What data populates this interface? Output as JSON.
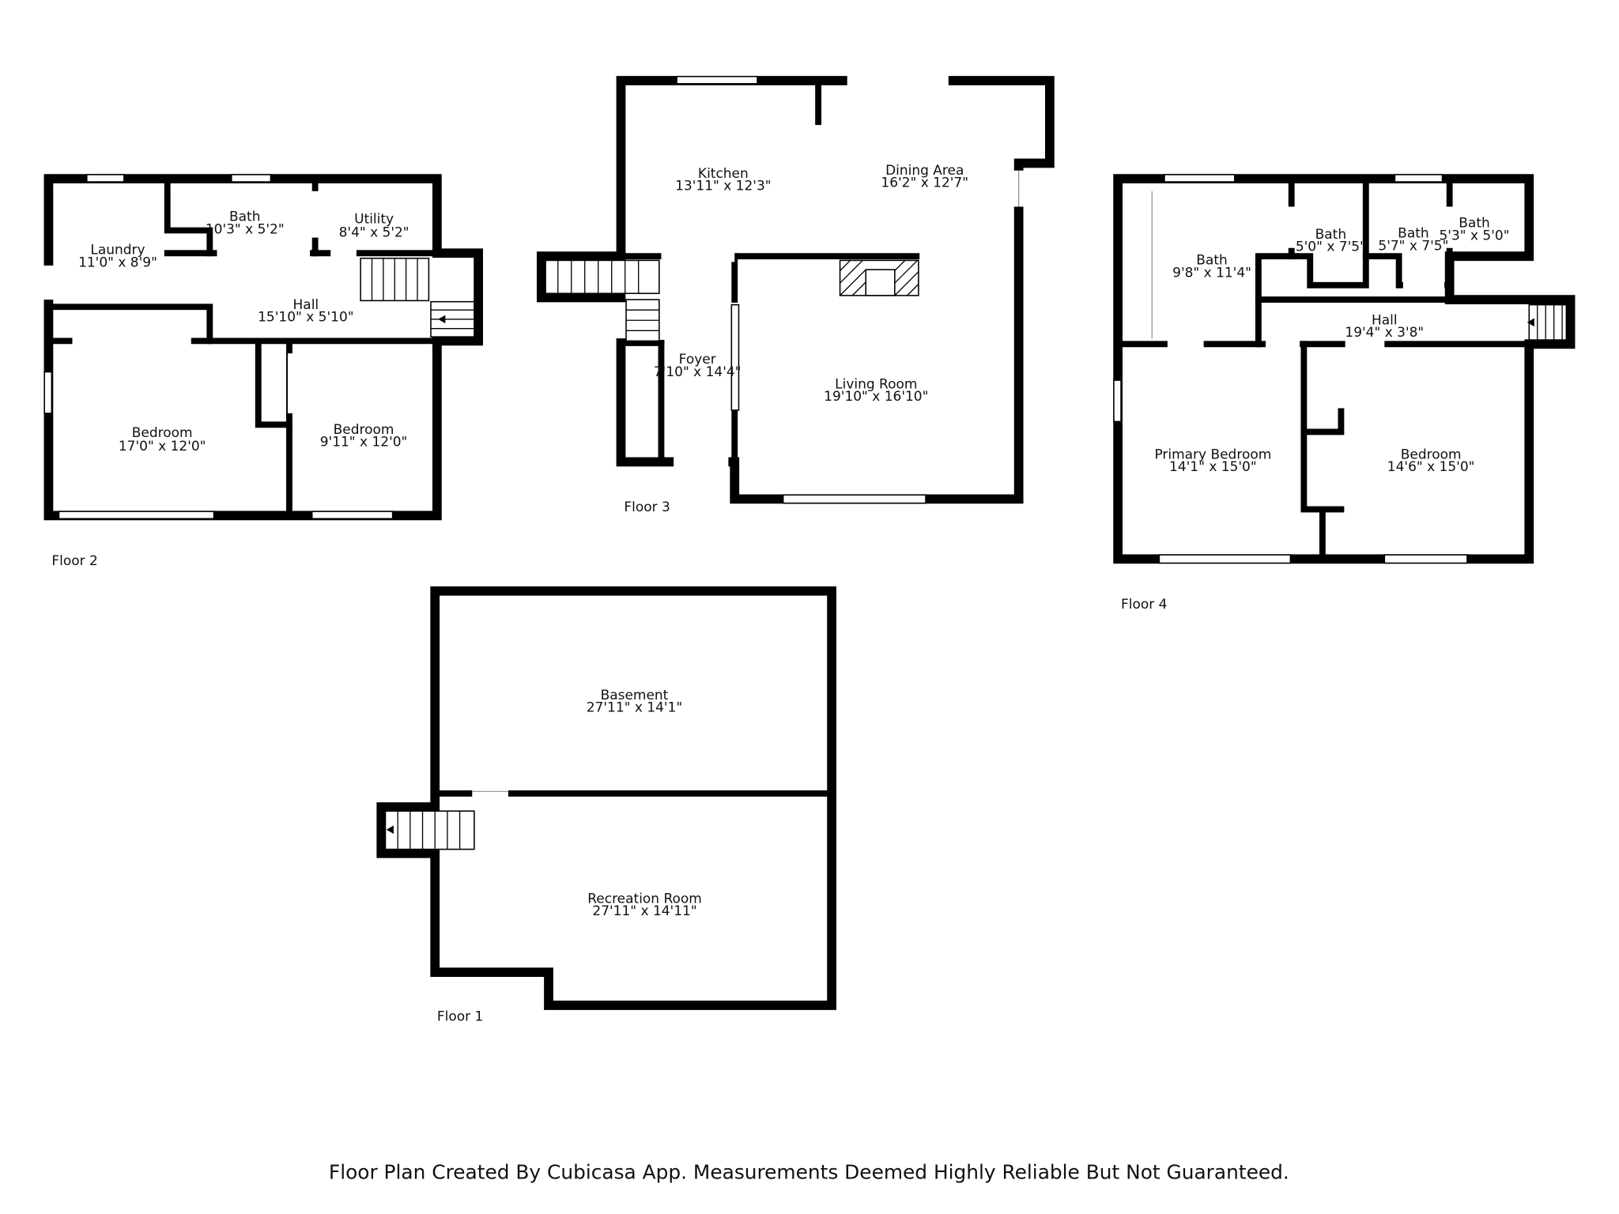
{
  "floors": {
    "floor2": {
      "label": "Floor 2",
      "rooms": [
        {
          "name": "Laundry",
          "dims": "11'0\" x 8'9\""
        },
        {
          "name": "Bath",
          "dims": "10'3\" x 5'2\""
        },
        {
          "name": "Utility",
          "dims": "8'4\" x 5'2\""
        },
        {
          "name": "Hall",
          "dims": "15'10\" x 5'10\""
        },
        {
          "name": "Bedroom",
          "dims": "17'0\" x 12'0\""
        },
        {
          "name": "Bedroom",
          "dims": "9'11\" x 12'0\""
        }
      ]
    },
    "floor3": {
      "label": "Floor 3",
      "rooms": [
        {
          "name": "Kitchen",
          "dims": "13'11\" x 12'3\""
        },
        {
          "name": "Dining Area",
          "dims": "16'2\" x 12'7\""
        },
        {
          "name": "Foyer",
          "dims": "7'10\" x 14'4\""
        },
        {
          "name": "Living Room",
          "dims": "19'10\" x 16'10\""
        }
      ]
    },
    "floor4": {
      "label": "Floor 4",
      "rooms": [
        {
          "name": "Bath",
          "dims": "9'8\" x 11'4\""
        },
        {
          "name": "Bath",
          "dims": "5'0\" x 7'5\""
        },
        {
          "name": "Bath",
          "dims": "5'7\" x 7'5\""
        },
        {
          "name": "Bath",
          "dims": "5'3\" x 5'0\""
        },
        {
          "name": "Hall",
          "dims": "19'4\" x 3'8\""
        },
        {
          "name": "Primary Bedroom",
          "dims": "14'1\" x 15'0\""
        },
        {
          "name": "Bedroom",
          "dims": "14'6\" x 15'0\""
        }
      ]
    },
    "floor1": {
      "label": "Floor 1",
      "rooms": [
        {
          "name": "Basement",
          "dims": "27'11\" x 14'1\""
        },
        {
          "name": "Recreation Room",
          "dims": "27'11\" x 14'11\""
        }
      ]
    }
  },
  "footer": "Floor Plan Created By Cubicasa App. Measurements Deemed Highly Reliable But Not Guaranteed."
}
